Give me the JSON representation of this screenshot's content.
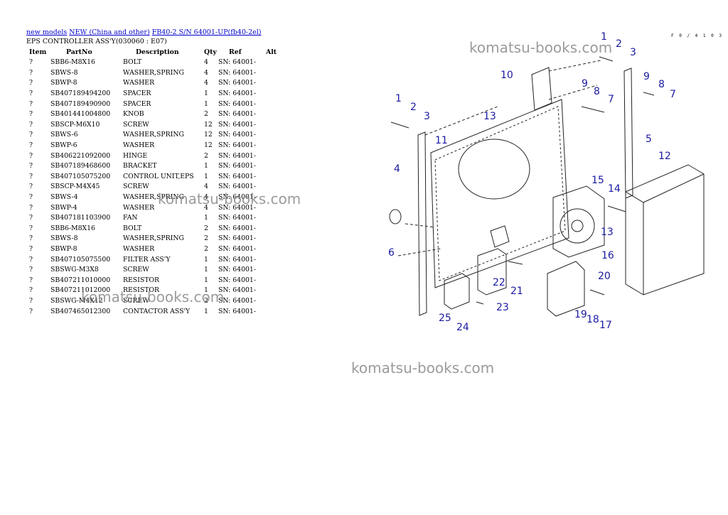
{
  "breadcrumb": {
    "link1": "new models",
    "link2": "NEW (China and other)",
    "link3": "FB40-2 S/N 64001-UP(fb40-2el)"
  },
  "subtitle": "EPS CONTROLLER ASS'Y(030060 : E07)",
  "table": {
    "headers": [
      "Item",
      "PartNo",
      "Description",
      "Qty",
      "Ref",
      "Alt"
    ],
    "rows": [
      [
        "?",
        "SBB6-M8X16",
        "BOLT",
        "4",
        "SN: 64001-"
      ],
      [
        "?",
        "SBWS-8",
        "WASHER,SPRING",
        "4",
        "SN: 64001-"
      ],
      [
        "?",
        "SBWP-8",
        "WASHER",
        "4",
        "SN: 64001-"
      ],
      [
        "?",
        "SB407189494200",
        "SPACER",
        "1",
        "SN: 64001-"
      ],
      [
        "?",
        "SB407189490900",
        "SPACER",
        "1",
        "SN: 64001-"
      ],
      [
        "?",
        "SB401441004800",
        "KNOB",
        "2",
        "SN: 64001-"
      ],
      [
        "?",
        "SBSCP-M6X10",
        "SCREW",
        "12",
        "SN: 64001-"
      ],
      [
        "?",
        "SBWS-6",
        "WASHER,SPRING",
        "12",
        "SN: 64001-"
      ],
      [
        "?",
        "SBWP-6",
        "WASHER",
        "12",
        "SN: 64001-"
      ],
      [
        "?",
        "SB406221092000",
        "HINGE",
        "2",
        "SN: 64001-"
      ],
      [
        "?",
        "SB407189468600",
        "BRACKET",
        "1",
        "SN: 64001-"
      ],
      [
        "?",
        "SB407105075200",
        "CONTROL UNIT,EPS",
        "1",
        "SN: 64001-"
      ],
      [
        "?",
        "SBSCP-M4X45",
        "SCREW",
        "4",
        "SN: 64001-"
      ],
      [
        "?",
        "SBWS-4",
        "WASHER,SPRING",
        "4",
        "SN: 64001-"
      ],
      [
        "?",
        "SBWP-4",
        "WASHER",
        "4",
        "SN: 64001-"
      ],
      [
        "?",
        "SB407181103900",
        "FAN",
        "1",
        "SN: 64001-"
      ],
      [
        "?",
        "SBB6-M8X16",
        "BOLT",
        "2",
        "SN: 64001-"
      ],
      [
        "?",
        "SBWS-8",
        "WASHER,SPRING",
        "2",
        "SN: 64001-"
      ],
      [
        "?",
        "SBWP-8",
        "WASHER",
        "2",
        "SN: 64001-"
      ],
      [
        "?",
        "SB407105075500",
        "FILTER ASS'Y",
        "1",
        "SN: 64001-"
      ],
      [
        "?",
        "SBSWG-M3X8",
        "SCREW",
        "1",
        "SN: 64001-"
      ],
      [
        "?",
        "SB407211010000",
        "RESISTOR",
        "1",
        "SN: 64001-"
      ],
      [
        "?",
        "SB407211012000",
        "RESISTOR",
        "1",
        "SN: 64001-"
      ],
      [
        "?",
        "SBSWG-M4X12",
        "SCREW",
        "2",
        "SN: 64001-"
      ],
      [
        "?",
        "SB407465012300",
        "CONTACTOR ASS'Y",
        "1",
        "SN: 64001-"
      ]
    ]
  },
  "watermarks": [
    "komatsu-books.com",
    "komatsu-books.com",
    "komatsu-books.com",
    "komatsu-books.com"
  ],
  "figure_code": "F 0 / 4 1 0 3",
  "callouts": [
    "1",
    "2",
    "3",
    "10",
    "9",
    "8",
    "7",
    "9",
    "8",
    "7",
    "1",
    "2",
    "3",
    "13",
    "5",
    "11",
    "4",
    "12",
    "15",
    "14",
    "6",
    "13",
    "16",
    "20",
    "22",
    "21",
    "19",
    "18",
    "17",
    "25",
    "24",
    "23"
  ],
  "colors": {
    "link": "#0000cc",
    "callout": "#1a1aa0",
    "watermark": "#8a8a8a"
  }
}
